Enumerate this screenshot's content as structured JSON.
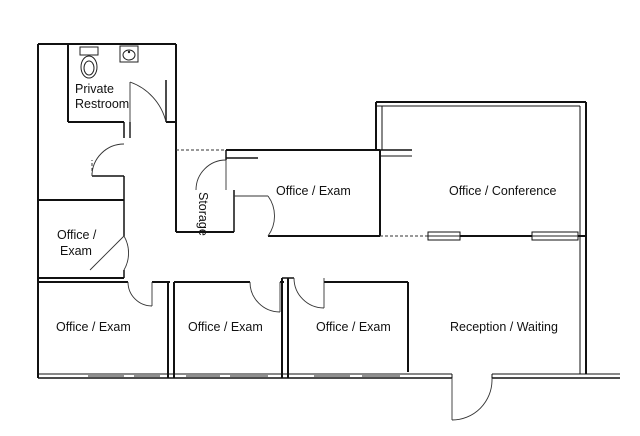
{
  "rooms": {
    "private_restroom_line1": "Private",
    "private_restroom_line2": "Restroom",
    "storage": "Storage",
    "office_exam_top": "Office / Exam",
    "office_conference": "Office / Conference",
    "office_exam_left_line1": "Office /",
    "office_exam_left_line2": "Exam",
    "office_exam_bottom_1": "Office / Exam",
    "office_exam_bottom_2": "Office / Exam",
    "office_exam_bottom_3": "Office / Exam",
    "reception_waiting": "Reception / Waiting"
  }
}
